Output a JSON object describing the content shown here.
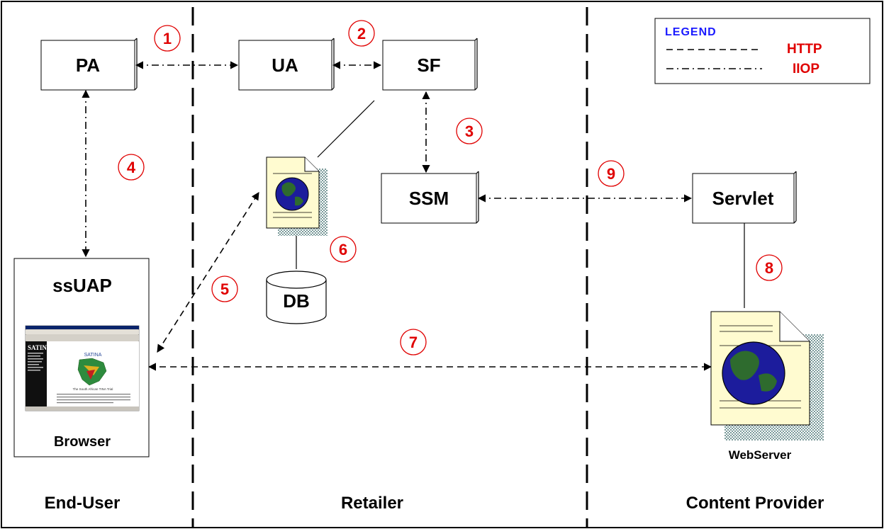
{
  "diagram": {
    "nodes": {
      "pa": "PA",
      "ua": "UA",
      "sf": "SF",
      "ssm": "SSM",
      "servlet": "Servlet",
      "db": "DB",
      "ssuap": "ssUAP",
      "browser": "Browser",
      "webserver": "WebServer"
    },
    "zones": {
      "end_user": "End-User",
      "retailer": "Retailer",
      "content_provider": "Content Provider"
    },
    "legend": {
      "title": "LEGEND",
      "http": "HTTP",
      "iiop": "IIOP"
    },
    "steps": [
      "1",
      "2",
      "3",
      "4",
      "5",
      "6",
      "7",
      "8",
      "9"
    ],
    "screenshot": {
      "brand": "SATINA",
      "logo_text": "SATINA",
      "caption": "The South African TINA Trial"
    },
    "colors": {
      "accent_red": "#e00000",
      "legend_blue": "#1a1aff",
      "globe_blue": "#1c1c9c",
      "globe_green": "#2e6b2e",
      "doc_fill": "#fffbd0"
    }
  }
}
